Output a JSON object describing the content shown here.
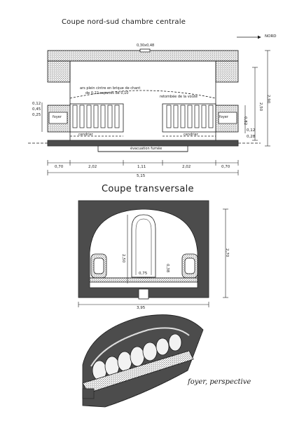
{
  "sections": {
    "nord_sud": {
      "title": "Coupe nord-sud chambre centrale",
      "north_label": "NORD",
      "labels": {
        "top_dim": "0,30x0,48",
        "arc_note_1": "ars plein cintre en brique de chant",
        "arc_note_2": "de 0,22 espacés de 0,10",
        "vault_note": "retombée de la voûte",
        "foyer_left": "foyer",
        "foyer_right": "foyer",
        "cendrier_left": "cendrier",
        "cendrier_right": "cendrier",
        "evacuation": "évacuation fumée"
      },
      "dimensions": {
        "bottom_row": [
          "0,70",
          "2,02",
          "1,11",
          "2,02",
          "0,70"
        ],
        "total_width": "5,15",
        "right_outer": "2,90",
        "right_inner": "2,50",
        "right_small_1": "0,82",
        "right_small_2": "0,12",
        "right_small_3": "0,28",
        "left_small_1": "0,12",
        "left_small_2": "0,45",
        "left_small_3": "0,25"
      }
    },
    "transversale": {
      "title": "Coupe transversale",
      "dimensions": {
        "height_total": "2,70",
        "height_center": "2,50",
        "center_width": "0,75",
        "side_small": "0,38",
        "base_width": "3,95"
      }
    },
    "perspective": {
      "caption": "foyer, perspective"
    }
  },
  "colors": {
    "ink": "#1b1b1b",
    "hatch": "#3a3a3a",
    "paper": "#ffffff"
  }
}
